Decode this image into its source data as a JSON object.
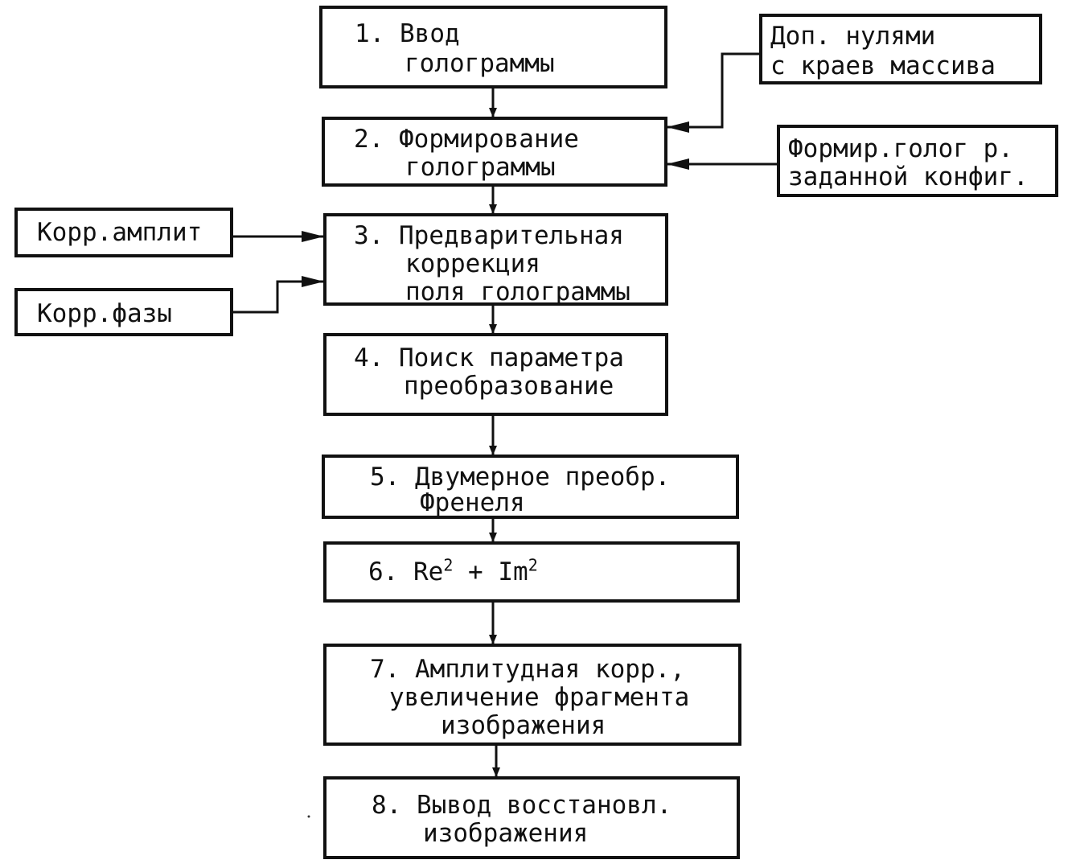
{
  "steps": [
    {
      "id": "1",
      "lines": [
        "1. Ввод",
        "голограммы"
      ]
    },
    {
      "id": "2",
      "lines": [
        "2. Формирование",
        "голограммы"
      ]
    },
    {
      "id": "3",
      "lines": [
        "3. Предварительная",
        "коррекция",
        "поля голограммы"
      ]
    },
    {
      "id": "4",
      "lines": [
        "4. Поиск параметра",
        "преобразование"
      ]
    },
    {
      "id": "5",
      "lines": [
        "5. Двумерное преобр.",
        "Френеля"
      ]
    },
    {
      "id": "6",
      "prefix": "6. Re",
      "sup1": "2",
      "mid": " + Im",
      "sup2": "2"
    },
    {
      "id": "7",
      "lines": [
        "7. Амплитудная корр.,",
        "увеличение фрагмента",
        "изображения"
      ]
    },
    {
      "id": "8",
      "lines": [
        "8. Вывод восстановл.",
        "изображения"
      ]
    }
  ],
  "side_inputs": {
    "zero_pad": [
      "Доп. нулями",
      "с краев массива"
    ],
    "config": [
      "Формир.голог р.",
      "заданной конфиг."
    ],
    "amp_corr": [
      "Корр.амплит"
    ],
    "phase_corr": [
      "Корр.фазы"
    ]
  }
}
